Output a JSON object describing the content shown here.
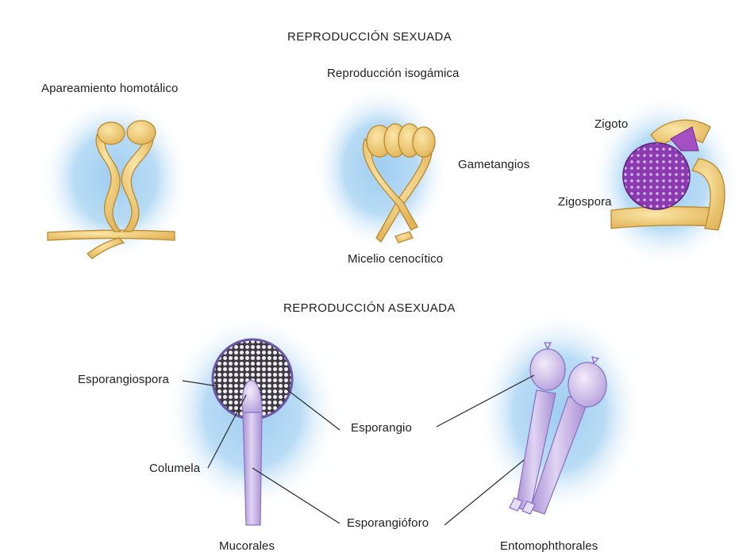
{
  "sections": {
    "sexual_title": "REPRODUCCIÓN SEXUADA",
    "asexual_title": "REPRODUCCIÓN ASEXUADA"
  },
  "sexual": {
    "homothallic_title": "Apareamiento homotálico",
    "isogamic_title": "Reproducción isogámica",
    "gametangia": "Gametangios",
    "coenocytic_mycelium": "Micelio cenocítico",
    "zygote": "Zigoto",
    "zygospore": "Zigospora"
  },
  "asexual": {
    "sporangiospore": "Esporangiospora",
    "columella": "Columela",
    "sporangium": "Esporangio",
    "sporangiophore": "Esporangióforo",
    "mucorales": "Mucorales",
    "entomophthorales": "Entomophthorales"
  },
  "colors": {
    "hypha": "#f0cf7e",
    "hypha_outline": "#b8892e",
    "zygospore": "#8a3bb0",
    "sporangiophore": "#c3b0e0",
    "halo": "#8fc3ea",
    "text": "#1e1e1e"
  }
}
